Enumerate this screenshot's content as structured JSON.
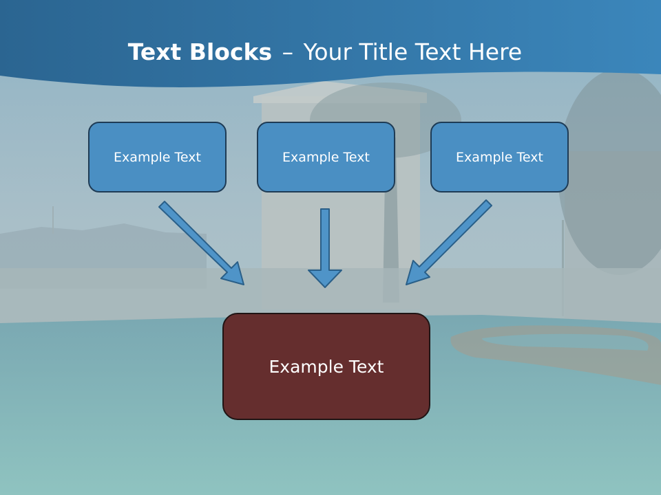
{
  "title": {
    "bold": "Text Blocks",
    "dash": "–",
    "rest": "Your Title Text Here"
  },
  "boxes": {
    "left": "Example Text",
    "center": "Example Text",
    "right": "Example Text",
    "bottom": "Example Text"
  },
  "colors": {
    "header_band": "#2a6da0",
    "top_box_fill": "#4a8fc3",
    "bottom_box_fill": "#652e2e",
    "arrow_fill": "#4f94c8"
  }
}
